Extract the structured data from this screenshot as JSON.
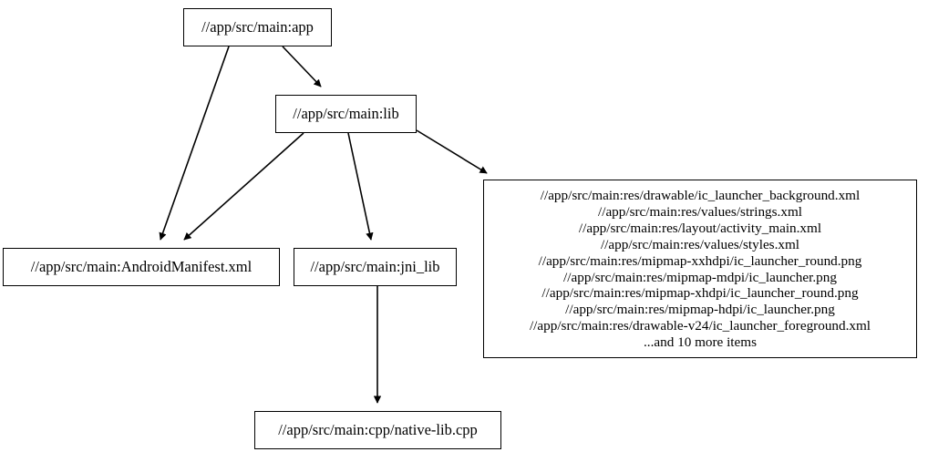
{
  "diagram": {
    "type": "dependency-graph",
    "title": "",
    "background_color": "#ffffff",
    "node_border_color": "#000000",
    "edge_color": "#000000",
    "text_color": "#000000",
    "nodes": [
      {
        "id": "app",
        "label": "//app/src/main:app"
      },
      {
        "id": "lib",
        "label": "//app/src/main:lib"
      },
      {
        "id": "manifest",
        "label": "//app/src/main:AndroidManifest.xml"
      },
      {
        "id": "jni_lib",
        "label": "//app/src/main:jni_lib"
      },
      {
        "id": "cpp",
        "label": "//app/src/main:cpp/native-lib.cpp"
      },
      {
        "id": "res",
        "lines": [
          "//app/src/main:res/drawable/ic_launcher_background.xml",
          "//app/src/main:res/values/strings.xml",
          "//app/src/main:res/layout/activity_main.xml",
          "//app/src/main:res/values/styles.xml",
          "//app/src/main:res/mipmap-xxhdpi/ic_launcher_round.png",
          "//app/src/main:res/mipmap-mdpi/ic_launcher.png",
          "//app/src/main:res/mipmap-xhdpi/ic_launcher_round.png",
          "//app/src/main:res/mipmap-hdpi/ic_launcher.png",
          "//app/src/main:res/drawable-v24/ic_launcher_foreground.xml",
          "...and 10 more items"
        ]
      }
    ],
    "edges": [
      {
        "from": "app",
        "to": "manifest"
      },
      {
        "from": "app",
        "to": "lib"
      },
      {
        "from": "lib",
        "to": "manifest"
      },
      {
        "from": "lib",
        "to": "jni_lib"
      },
      {
        "from": "lib",
        "to": "res"
      },
      {
        "from": "jni_lib",
        "to": "cpp"
      }
    ]
  }
}
